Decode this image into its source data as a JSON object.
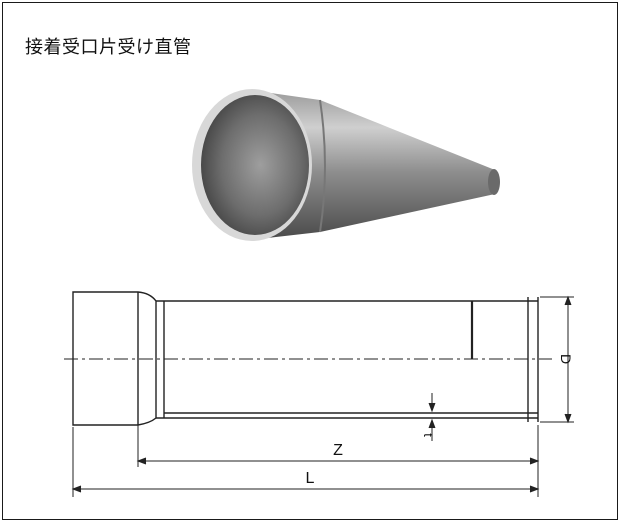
{
  "title": "接着受口片受け直管",
  "labels": {
    "z": "Z",
    "l": "L",
    "d": "D",
    "t": "t"
  },
  "icons": {
    "photo": "pipe-photo",
    "drawing": "pipe-technical-drawing"
  },
  "colors": {
    "line": "#222222",
    "pipe_dark": "#5e5e5e",
    "pipe_light": "#bdbdbd"
  }
}
